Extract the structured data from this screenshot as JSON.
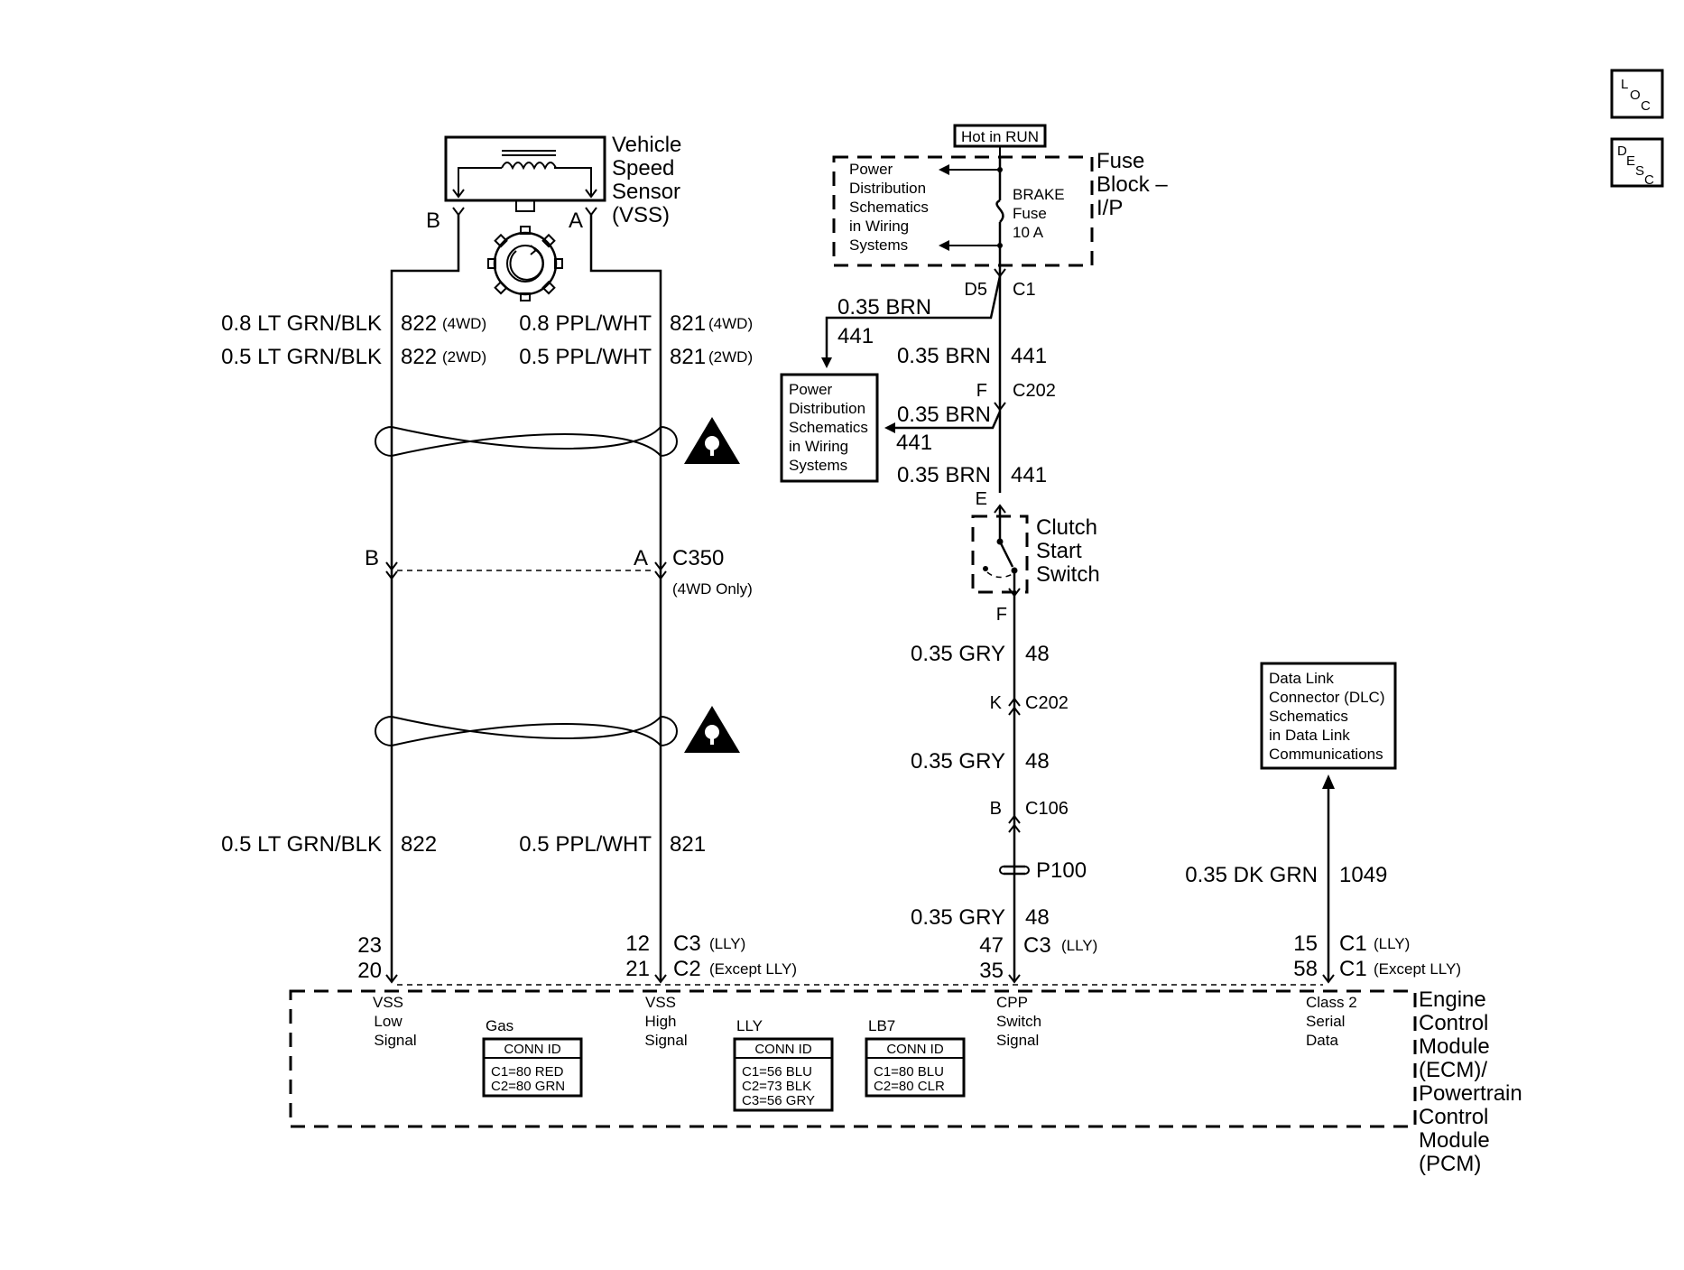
{
  "icons": {
    "loc": {
      "l1": "L",
      "l2": "O",
      "l3": "C"
    },
    "desc": {
      "l1": "D",
      "l2": "E",
      "l3": "S",
      "l4": "C"
    }
  },
  "vss": {
    "title_lines": [
      "Vehicle",
      "Speed",
      "Sensor",
      "(VSS)"
    ],
    "pin_b": "B",
    "pin_a": "A"
  },
  "wires_left": {
    "row1_b_color": "0.8 LT GRN/BLK",
    "row1_b_circuit": "822",
    "row1_b_note": "(4WD)",
    "row1_a_color": "0.8 PPL/WHT",
    "row1_a_circuit": "821",
    "row1_a_note": "(4WD)",
    "row2_b_color": "0.5 LT GRN/BLK",
    "row2_b_circuit": "822",
    "row2_b_note": "(2WD)",
    "row2_a_color": "0.5 PPL/WHT",
    "row2_a_circuit": "821",
    "row2_a_note": "(2WD)",
    "row3_b_color": "0.5 LT GRN/BLK",
    "row3_b_circuit": "822",
    "row3_a_color": "0.5 PPL/WHT",
    "row3_a_circuit": "821"
  },
  "c350": {
    "pin_b": "B",
    "pin_a": "A",
    "name": "C350",
    "note": "(4WD Only)"
  },
  "fuse_block": {
    "hot_label": "Hot in RUN",
    "power_dist_lines": [
      "Power",
      "Distribution",
      "Schematics",
      "in Wiring",
      "Systems"
    ],
    "fuse_lines": [
      "BRAKE",
      "Fuse",
      "10 A"
    ],
    "title_lines": [
      "Fuse",
      "Block –",
      "I/P"
    ],
    "pin_d5": "D5",
    "pin_c1": "C1"
  },
  "brake_circuit": {
    "branch1_color": "0.35 BRN",
    "branch1_circuit": "441",
    "main1_color": "0.35 BRN",
    "main1_circuit": "441",
    "c202_pin": "F",
    "c202_name": "C202",
    "branch2_color": "0.35 BRN",
    "branch2_circuit": "441",
    "main2_color": "0.35 BRN",
    "main2_circuit": "441",
    "power_dist_lines": [
      "Power",
      "Distribution",
      "Schematics",
      "in Wiring",
      "Systems"
    ]
  },
  "clutch_switch": {
    "pin_e": "E",
    "title_lines": [
      "Clutch",
      "Start",
      "Switch"
    ],
    "pin_f": "F"
  },
  "cpp_circuit": {
    "w1_color": "0.35 GRY",
    "w1_circuit": "48",
    "c202_pin": "K",
    "c202_name": "C202",
    "w2_color": "0.35 GRY",
    "w2_circuit": "48",
    "c106_pin": "B",
    "c106_name": "C106",
    "p100": "P100",
    "w3_color": "0.35 GRY",
    "w3_circuit": "48"
  },
  "dlc": {
    "lines": [
      "Data Link",
      "Connector (DLC)",
      "Schematics",
      "in Data Link",
      "Communications"
    ],
    "wire_color": "0.35 DK GRN",
    "wire_circuit": "1049"
  },
  "ecm_pins": {
    "vss_low_top": "23",
    "vss_low_bot": "20",
    "vss_high_top": "12",
    "vss_high_bot": "21",
    "c3_name": "C3",
    "c3_note": "(LLY)",
    "c2_name": "C2",
    "c2_note": "(Except LLY)",
    "cpp_top": "47",
    "cpp_bot": "35",
    "cpp_c3_name": "C3",
    "cpp_c3_note": "(LLY)",
    "dlc_top": "15",
    "dlc_bot": "58",
    "c1_top_name": "C1",
    "c1_top_note": "(LLY)",
    "c1_bot_name": "C1",
    "c1_bot_note": "(Except LLY)"
  },
  "ecm": {
    "vss_low_lines": [
      "VSS",
      "Low",
      "Signal"
    ],
    "vss_high_lines": [
      "VSS",
      "High",
      "Signal"
    ],
    "cpp_lines": [
      "CPP",
      "Switch",
      "Signal"
    ],
    "class2_lines": [
      "Class 2",
      "Serial",
      "Data"
    ],
    "gas_label": "Gas",
    "gas_conn_title": "CONN ID",
    "gas_conn_lines": [
      "C1=80 RED",
      "C2=80 GRN"
    ],
    "lly_label": "LLY",
    "lly_conn_title": "CONN ID",
    "lly_conn_lines": [
      "C1=56 BLU",
      "C2=73 BLK",
      "C3=56 GRY"
    ],
    "lb7_label": "LB7",
    "lb7_conn_title": "CONN ID",
    "lb7_conn_lines": [
      "C1=80 BLU",
      "C2=80 CLR"
    ],
    "title_lines": [
      "Engine",
      "Control",
      "Module",
      "(ECM)/",
      "Powertrain",
      "Control",
      "Module",
      "(PCM)"
    ]
  }
}
